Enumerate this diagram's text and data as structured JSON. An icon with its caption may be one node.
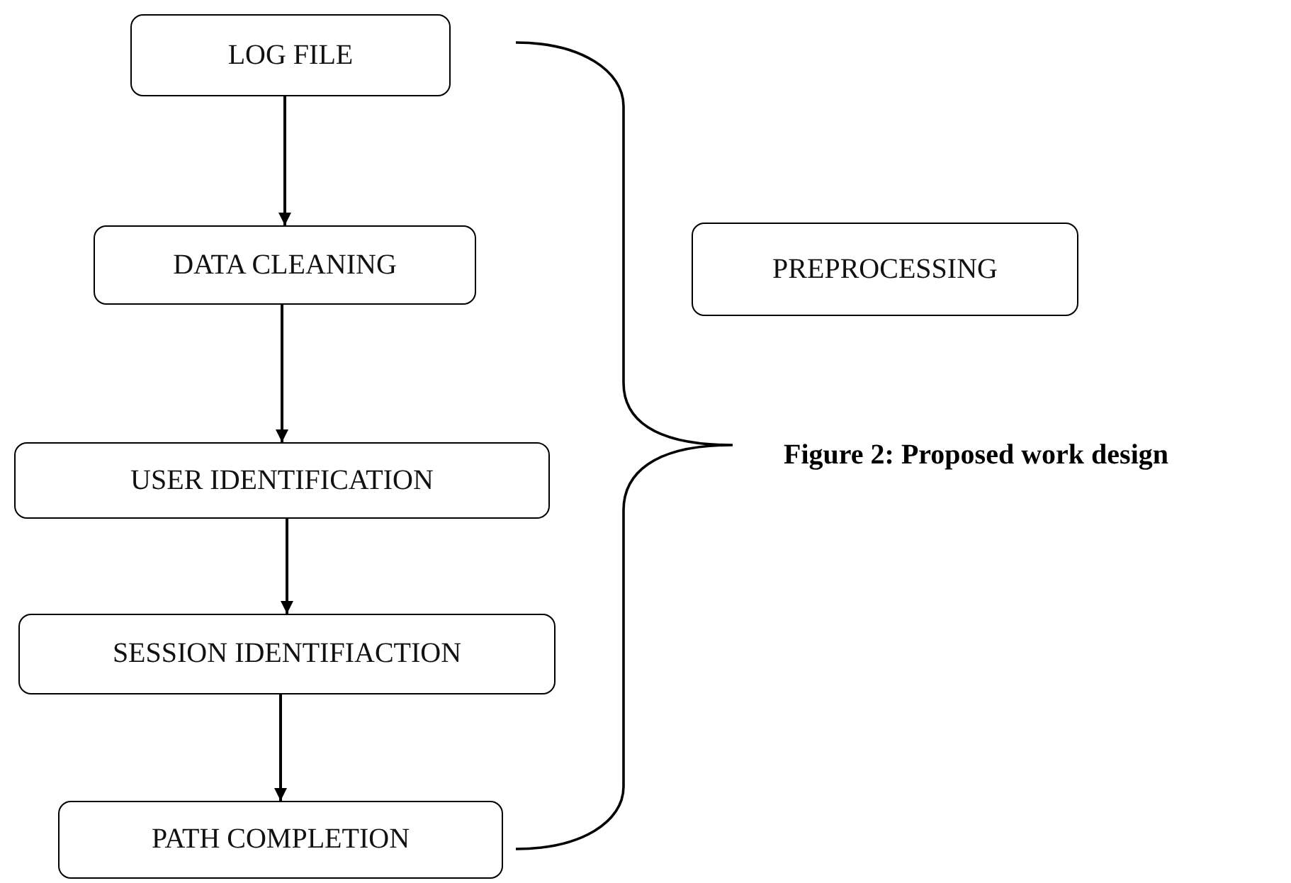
{
  "diagram": {
    "caption": "Figure 2: Proposed work design",
    "nodes": [
      {
        "text": [
          "LOG FILE"
        ]
      },
      {
        "text": [
          "DATA CLEANING"
        ]
      },
      {
        "text": [
          "USER IDENTIFICATION"
        ]
      },
      {
        "text": [
          "SESSION IDENTIFIACTION"
        ]
      },
      {
        "text": [
          "PATH COMPLETION"
        ]
      },
      {
        "text": [
          "PREPROCESSING"
        ]
      }
    ],
    "edges": [
      {
        "from": 0,
        "to": 1,
        "arrow": "to"
      },
      {
        "from": 1,
        "to": 2,
        "arrow": "to"
      },
      {
        "from": 2,
        "to": 3,
        "arrow": "to"
      },
      {
        "from": 3,
        "to": 4,
        "arrow": "to"
      }
    ]
  }
}
